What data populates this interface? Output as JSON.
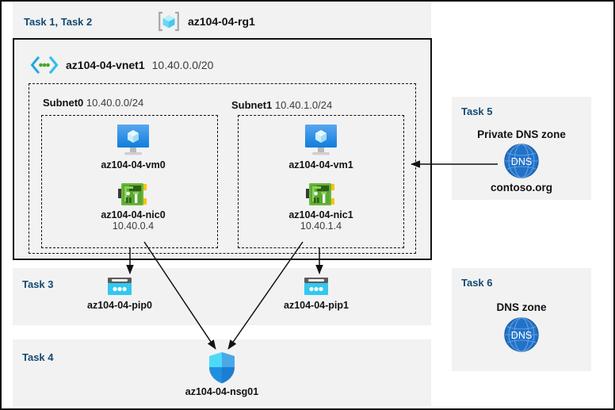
{
  "diagram": {
    "resource_group": {
      "task_label": "Task 1, Task 2",
      "name": "az104-04-rg1",
      "icon": "resource-group-icon"
    },
    "vnet": {
      "name": "az104-04-vnet1",
      "address_space": "10.40.0.0/20",
      "icon": "virtual-network-icon"
    },
    "subnets": [
      {
        "name": "Subnet0",
        "cidr": "10.40.0.0/24",
        "vm": {
          "name": "az104-04-vm0",
          "icon": "virtual-machine-icon"
        },
        "nic": {
          "name": "az104-04-nic0",
          "ip": "10.40.0.4",
          "icon": "network-interface-icon"
        }
      },
      {
        "name": "Subnet1",
        "cidr": "10.40.1.0/24",
        "vm": {
          "name": "az104-04-vm1",
          "icon": "virtual-machine-icon"
        },
        "nic": {
          "name": "az104-04-nic1",
          "ip": "10.40.1.4",
          "icon": "network-interface-icon"
        }
      }
    ],
    "public_ips": {
      "task_label": "Task 3",
      "items": [
        {
          "name": "az104-04-pip0",
          "icon": "public-ip-address-icon"
        },
        {
          "name": "az104-04-pip1",
          "icon": "public-ip-address-icon"
        }
      ]
    },
    "nsg": {
      "task_label": "Task 4",
      "name": "az104-04-nsg01",
      "icon": "network-security-group-icon"
    },
    "private_dns_zone": {
      "task_label": "Task 5",
      "heading": "Private DNS zone",
      "name": "contoso.org",
      "icon": "dns-zone-icon",
      "icon_text": "DNS"
    },
    "dns_zone": {
      "task_label": "Task 6",
      "heading": "DNS zone",
      "icon": "dns-zone-icon",
      "icon_text": "DNS"
    },
    "colors": {
      "task_label": "#134a73",
      "panel_background": "#f2f2f2",
      "border": "#111111",
      "azure_blue": "#0f7ddb",
      "cyan": "#32c8f0",
      "nic_green": "#6bb83a",
      "dns_blue": "#2272c8"
    }
  }
}
